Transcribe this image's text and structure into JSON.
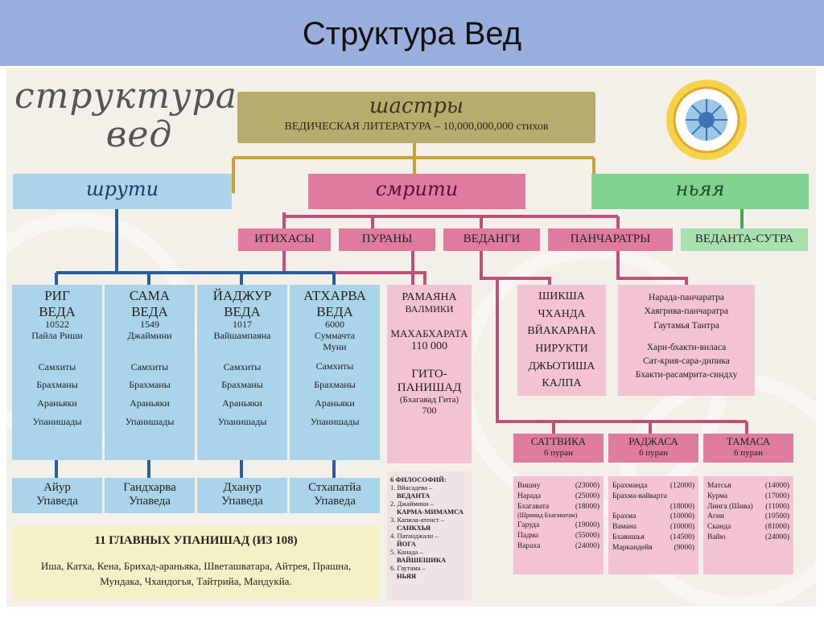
{
  "slide": {
    "title": "Структура Вед"
  },
  "diagram": {
    "heading": {
      "line1": "структура",
      "line2": "вед"
    },
    "shastra": {
      "name": "шастры",
      "subtitle": "ВЕДИЧЕСКАЯ ЛИТЕРАТУРА – 10,000,000,000 стихов"
    },
    "branches": {
      "sruti": "шрути",
      "smriti": "смрити",
      "nyaya": "ньяя"
    },
    "smriti_parts": [
      "ИТИХАСЫ",
      "ПУРАНЫ",
      "ВЕДАНГИ",
      "ПАНЧАРАТРЫ"
    ],
    "nyaya_part": "ВЕДАНТА-СУТРА",
    "vedas": [
      {
        "name": "РИГ ВЕДА",
        "verses": "10522",
        "author": "Пайла Риши",
        "parts": [
          "Самхиты",
          "Брахманы",
          "Араньяки",
          "Упанишады"
        ],
        "upaveda": "Айур Упаведа"
      },
      {
        "name": "САМА ВЕДА",
        "verses": "1549",
        "author": "Джаймини",
        "parts": [
          "Самхиты",
          "Брахманы",
          "Араньяки",
          "Упанишады"
        ],
        "upaveda": "Гандхарва Упаведа"
      },
      {
        "name": "ЙАДЖУР ВЕДА",
        "verses": "1017",
        "author": "Вайшампаяна",
        "parts": [
          "Самхиты",
          "Брахманы",
          "Араньяки",
          "Упанишады"
        ],
        "upaveda": "Дханур Упаведа"
      },
      {
        "name": "АТХАРВА ВЕДА",
        "verses": "6000",
        "author": "Суммачта Муни",
        "parts": [
          "Самхиты",
          "Брахманы",
          "Араньяки",
          "Упанишады"
        ],
        "upaveda": "Стхапатйа Упаведа"
      }
    ],
    "itihasa": {
      "ramayana": "РАМАЯНА",
      "valmiki": "ВАЛМИКИ",
      "mahabharata": "МАХАБХАРАТА",
      "mb_verses": "110 000",
      "gita": "ГИТО- ПАНИШАД",
      "gita_sub": "(Бхагавад Гита)",
      "gita_verses": "700"
    },
    "vedangas": [
      "ШИКША",
      "ЧХАНДА",
      "ВЙАКАРАНА",
      "НИРУКТИ",
      "ДЖЬОТИША",
      "КАЛПА"
    ],
    "pancharatras": [
      "Нарада-панчаратра",
      "Хаягрива-панчаратра",
      "Гаутамья Тантра",
      "Хари-бхакти-виласа",
      "Сат-крия-сара-дипика",
      "Бхакти-расамрита-синдху"
    ],
    "philosophies": {
      "title": "6 ФИЛОСОФИЙ:",
      "items": [
        {
          "author": "1. Вйасадева –",
          "school": "ВЕДАНТА"
        },
        {
          "author": "2. Джаймини –",
          "school": "КАРМА-МИМАМСА"
        },
        {
          "author": "3. Капила-атеист –",
          "school": "САНКХЬЯ"
        },
        {
          "author": "4. Патанджали –",
          "school": "ЙОГА"
        },
        {
          "author": "5. Канада –",
          "school": "ВАЙШЕШИКА"
        },
        {
          "author": "6. Гаутама –",
          "school": "НЬЯЯ"
        }
      ]
    },
    "puranas": [
      {
        "name": "САТТВИКА",
        "count": "6 пуран",
        "items": [
          [
            "Вишну",
            "(23000)"
          ],
          [
            "Нарада",
            "(25000)"
          ],
          [
            "Бхагавата",
            "(18000)"
          ],
          [
            "(Шримад Бхагаватам)",
            ""
          ],
          [
            "Гаруда",
            "(19000)"
          ],
          [
            "Падма",
            "(55000)"
          ],
          [
            "Вараха",
            "(24000)"
          ]
        ]
      },
      {
        "name": "РАДЖАСА",
        "count": "6 пуран",
        "items": [
          [
            "Брахманда",
            "(12000)"
          ],
          [
            "Брахма-вайварта",
            ""
          ],
          [
            "",
            "(18000)"
          ],
          [
            "Брахма",
            "(10000)"
          ],
          [
            "Вамана",
            "(10000)"
          ],
          [
            "Бхавишья",
            "(14500)"
          ],
          [
            "Маркандейя",
            "(9000)"
          ]
        ]
      },
      {
        "name": "ТАМАСА",
        "count": "6 пуран",
        "items": [
          [
            "Матсья",
            "(14000)"
          ],
          [
            "Курма",
            "(17000)"
          ],
          [
            "Линга (Шива)",
            "(11000)"
          ],
          [
            "Агни",
            "(10500)"
          ],
          [
            "Сканда",
            "(81000)"
          ],
          [
            "Вайю",
            "(24000)"
          ]
        ]
      }
    ],
    "upanishads": {
      "title": "11 ГЛАВНЫХ УПАНИШАД (ИЗ 108)",
      "list": "Иша, Катха, Кена, Брихад-араньяка, Шветашватара, Айтрея, Прашна, Мундака, Чхандогья, Тайтрийа, Мандукйа."
    },
    "colors": {
      "shastra": "#b8ab6e",
      "sruti": "#a9d4ea",
      "smriti": "#e07ba0",
      "nyaya": "#7fd28f",
      "line": "#6e3fa5"
    },
    "icons": [
      "dharma-wheel-emblem-icon"
    ]
  }
}
